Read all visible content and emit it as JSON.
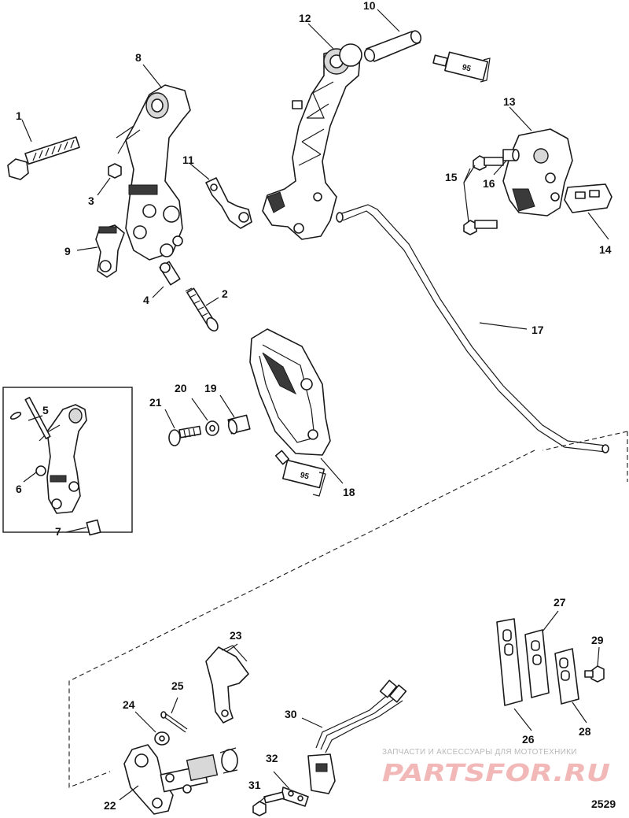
{
  "callouts": {
    "c1": "1",
    "c2": "2",
    "c3": "3",
    "c4": "4",
    "c5": "5",
    "c6": "6",
    "c7": "7",
    "c8": "8",
    "c9": "9",
    "c10": "10",
    "c11": "11",
    "c12": "12",
    "c13": "13",
    "c14": "14",
    "c15": "15",
    "c16": "16",
    "c17": "17",
    "c18": "18",
    "c19": "19",
    "c20": "20",
    "c21": "21",
    "c22": "22",
    "c23": "23",
    "c24": "24",
    "c25": "25",
    "c26": "26",
    "c27": "27",
    "c28": "28",
    "c29": "29",
    "c30": "30",
    "c31": "31",
    "c32": "32"
  },
  "lubricant_tube_label": "95",
  "figure_number": "2529",
  "watermark": {
    "tagline": "ЗАПЧАСТИ И АКСЕССУАРЫ ДЛЯ МОТОТЕХНИКИ",
    "logo": "PARTSFOR.RU"
  }
}
